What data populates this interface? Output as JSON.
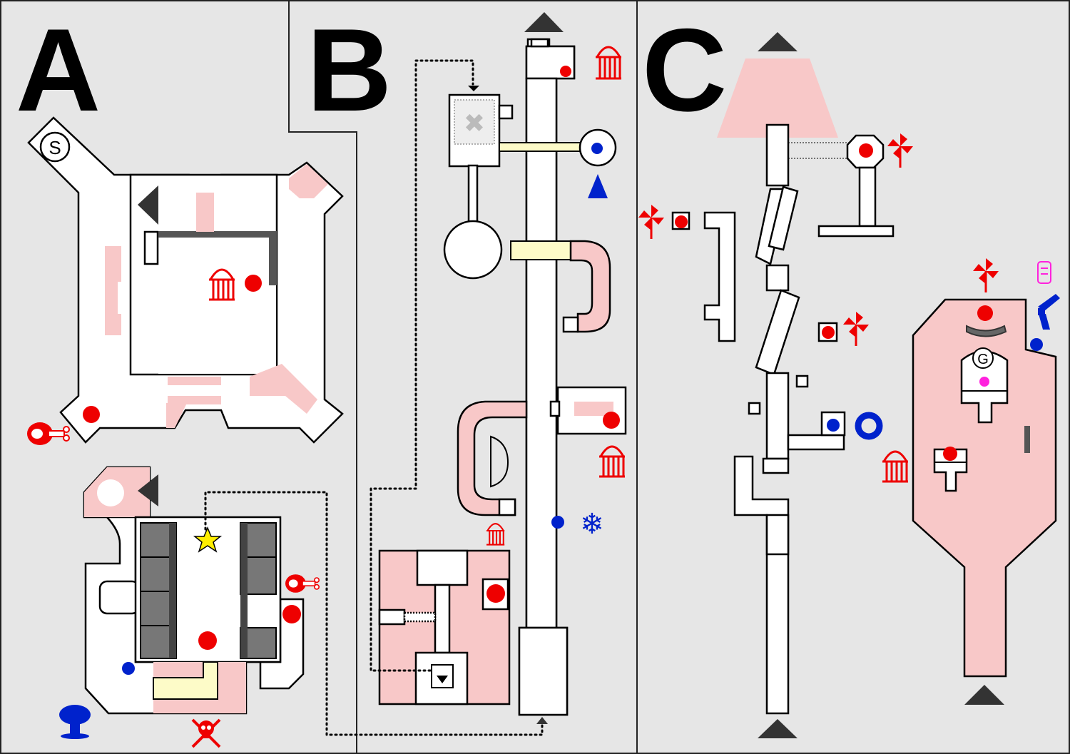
{
  "map": {
    "background": "#e6e6e6",
    "sections": [
      {
        "id": "A",
        "label": "A"
      },
      {
        "id": "B",
        "label": "B"
      },
      {
        "id": "C",
        "label": "C"
      }
    ],
    "markers": {
      "start": "S",
      "goal": "G"
    },
    "colors": {
      "room": "#ffffff",
      "hazard_area": "#f8c8c8",
      "bridge": "#fdfbc8",
      "red_item": "#ee0000",
      "blue_item": "#0022cc",
      "star": "#ffee00",
      "magenta": "#ff22dd"
    },
    "icons": [
      "cage-icon",
      "meat-icon",
      "skull-icon",
      "mushroom-cloud-icon",
      "snowflake-icon",
      "pinwheel-icon",
      "revolver-icon",
      "scroll-icon",
      "blue-cone-icon",
      "blue-ring-icon",
      "star-icon",
      "arrow-icon"
    ]
  }
}
